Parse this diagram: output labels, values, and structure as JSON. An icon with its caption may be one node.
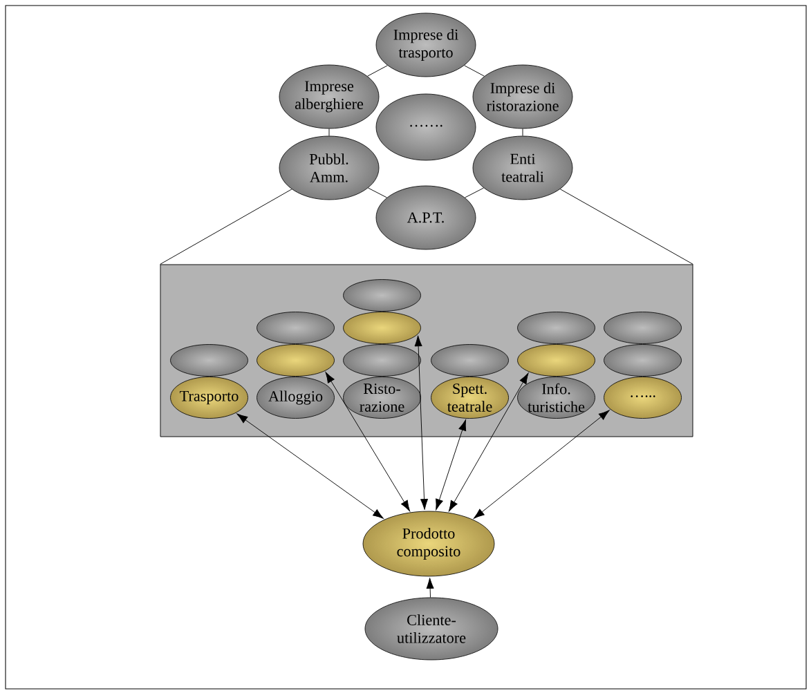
{
  "diagram": {
    "nodes": [
      {
        "text": [
          "Imprese di trasporto"
        ]
      },
      {
        "text": [
          "Imprese alberghiere"
        ]
      },
      {
        "text": [
          "Imprese di ristorazione"
        ]
      },
      {
        "text": [
          "……."
        ]
      },
      {
        "text": [
          "Pubbl. Amm."
        ]
      },
      {
        "text": [
          "Enti teatrali"
        ]
      },
      {
        "text": [
          "A.P.T."
        ]
      },
      {
        "text": [],
        "shape": "box"
      },
      {
        "text": [],
        "shape": "ellipse",
        "in": 7
      },
      {
        "text": [
          "Trasporto"
        ],
        "in": 7
      },
      {
        "text": [],
        "shape": "ellipse",
        "in": 7
      },
      {
        "text": [],
        "shape": "ellipse",
        "in": 7
      },
      {
        "text": [
          "Alloggio"
        ],
        "in": 7
      },
      {
        "text": [],
        "shape": "ellipse",
        "in": 7
      },
      {
        "text": [],
        "shape": "ellipse",
        "in": 7
      },
      {
        "text": [],
        "shape": "ellipse",
        "in": 7
      },
      {
        "text": [
          "Risto- razione"
        ],
        "in": 7
      },
      {
        "text": [],
        "shape": "ellipse",
        "in": 7
      },
      {
        "text": [
          "Spett. teatrale"
        ],
        "in": 7
      },
      {
        "text": [],
        "shape": "ellipse",
        "in": 7
      },
      {
        "text": [],
        "shape": "ellipse",
        "in": 7
      },
      {
        "text": [
          "Info. turistiche"
        ],
        "in": 7
      },
      {
        "text": [],
        "shape": "ellipse",
        "in": 7
      },
      {
        "text": [],
        "shape": "ellipse",
        "in": 7
      },
      {
        "text": [
          "…..."
        ],
        "in": 7
      },
      {
        "text": [
          "Prodotto composito"
        ]
      },
      {
        "text": [
          "Cliente- utilizzatore"
        ]
      }
    ],
    "edges": [
      {
        "from": 0,
        "to": 1,
        "arrow": "none"
      },
      {
        "from": 0,
        "to": 2,
        "arrow": "none"
      },
      {
        "from": 1,
        "to": 4,
        "arrow": "none"
      },
      {
        "from": 2,
        "to": 5,
        "arrow": "none"
      },
      {
        "from": 4,
        "to": 6,
        "arrow": "none"
      },
      {
        "from": 5,
        "to": 6,
        "arrow": "none"
      },
      {
        "from": 4,
        "to": 7,
        "arrow": "none"
      },
      {
        "from": 5,
        "to": 7,
        "arrow": "none"
      },
      {
        "from": 9,
        "to": 25,
        "arrow": "both"
      },
      {
        "from": 11,
        "to": 25,
        "arrow": "both"
      },
      {
        "from": 14,
        "to": 25,
        "arrow": "both"
      },
      {
        "from": 18,
        "to": 25,
        "arrow": "both"
      },
      {
        "from": 20,
        "to": 25,
        "arrow": "both"
      },
      {
        "from": 24,
        "to": 25,
        "arrow": "both"
      },
      {
        "from": 26,
        "to": 25,
        "arrow": "to"
      }
    ]
  }
}
